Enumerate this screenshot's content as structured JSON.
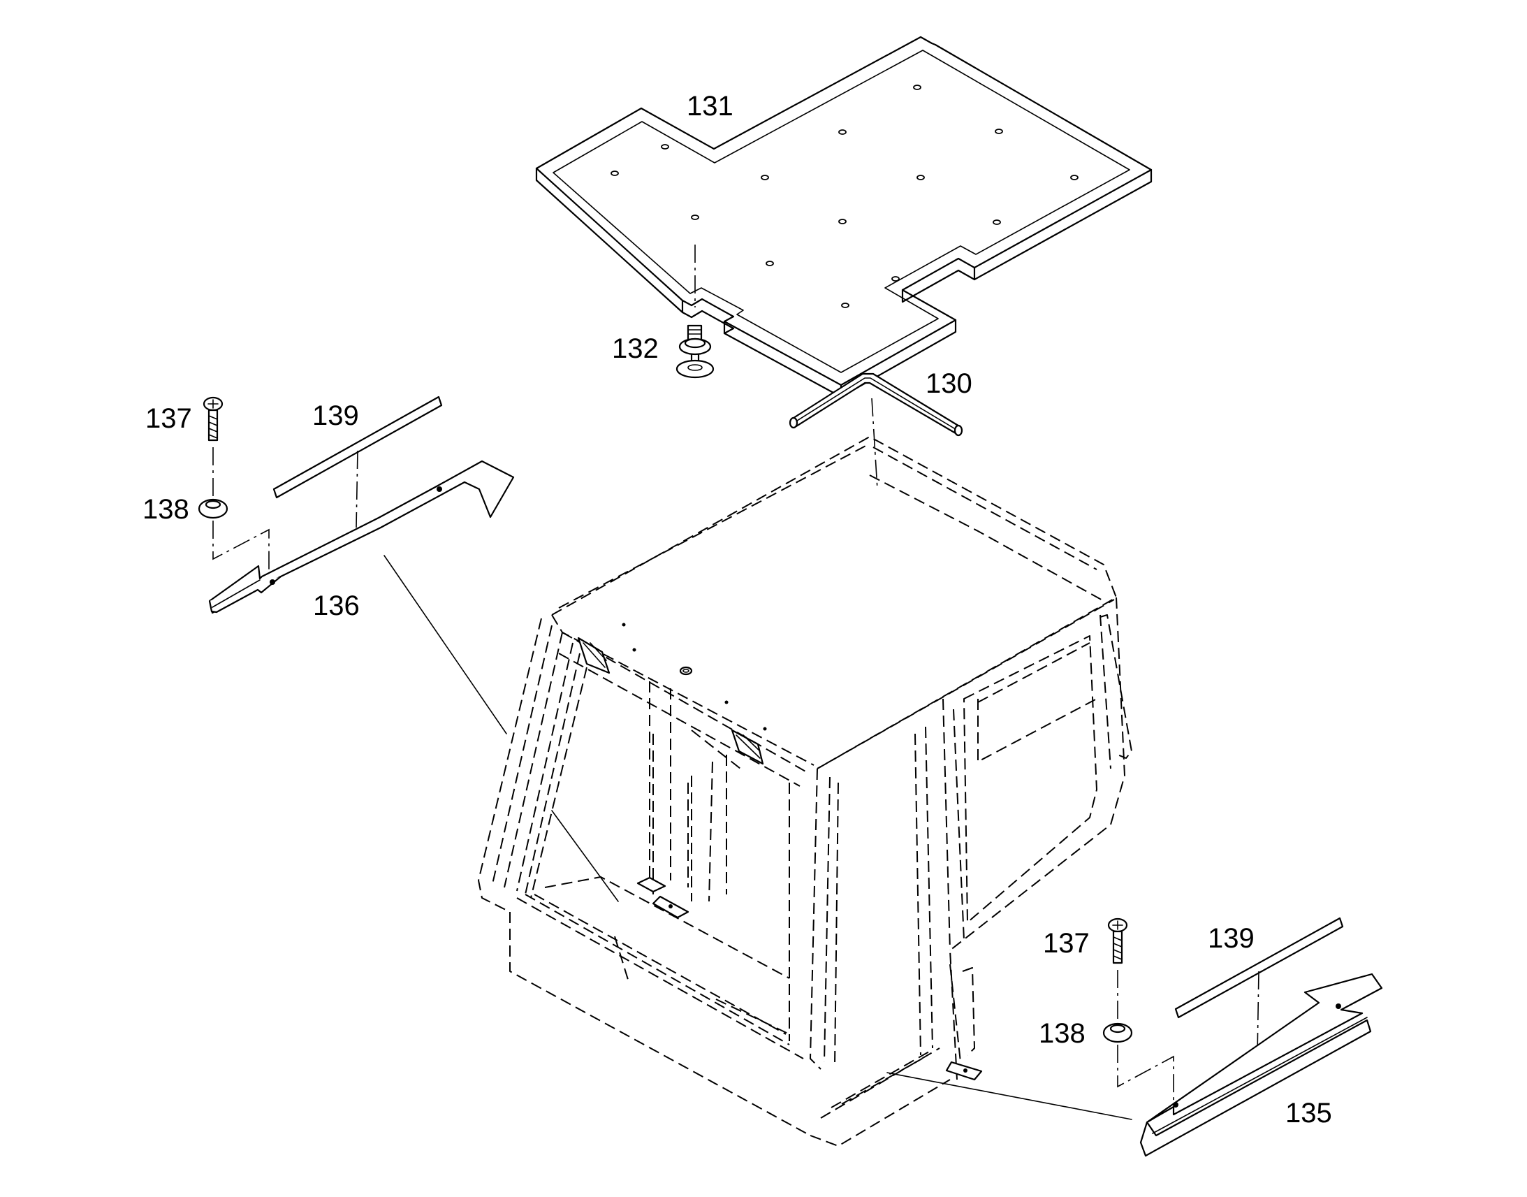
{
  "labels": {
    "p131": "131",
    "p132": "132",
    "p130": "130",
    "p137_left": "137",
    "p139_left": "139",
    "p138_left": "138",
    "p136": "136",
    "p137_right": "137",
    "p139_right": "139",
    "p138_right": "138",
    "p135": "135"
  }
}
